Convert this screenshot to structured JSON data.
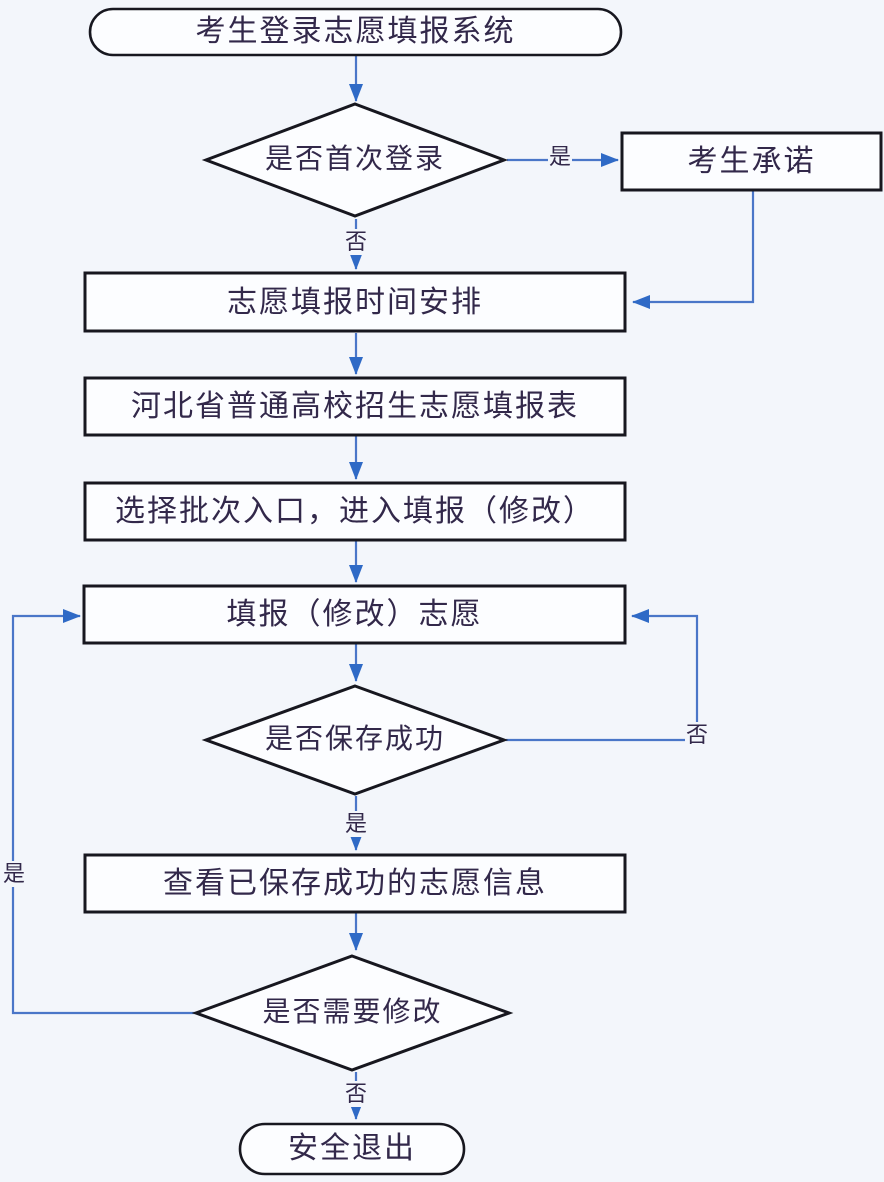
{
  "diagram": {
    "title_node": "考生登录志愿填报系统",
    "type": "flowchart",
    "language": "zh-CN"
  },
  "colors": {
    "background": "#f3f6fb",
    "connector_line": "#4a76c8",
    "arrowhead": "#2f6ac6",
    "shape_border": "#17171f",
    "text": "#32284a",
    "node_fill": "#fcfdff"
  },
  "nodes": {
    "start": {
      "label": "考生登录志愿填报系统",
      "shape": "stadium"
    },
    "first_login": {
      "label": "是否首次登录",
      "shape": "decision"
    },
    "commitment": {
      "label": "考生承诺",
      "shape": "process"
    },
    "schedule": {
      "label": "志愿填报时间安排",
      "shape": "process"
    },
    "form": {
      "label": "河北省普通高校招生志愿填报表",
      "shape": "process"
    },
    "batch": {
      "label": "选择批次入口，进入填报（修改）",
      "shape": "process"
    },
    "fill": {
      "label": "填报（修改）志愿",
      "shape": "process"
    },
    "save_ok": {
      "label": "是否保存成功",
      "shape": "decision"
    },
    "view": {
      "label": "查看已保存成功的志愿信息",
      "shape": "process"
    },
    "need_modify": {
      "label": "是否需要修改",
      "shape": "decision"
    },
    "exit": {
      "label": "安全退出",
      "shape": "stadium"
    }
  },
  "edge_labels": {
    "first_login_yes": "是",
    "first_login_no": "否",
    "save_ok_yes": "是",
    "save_ok_no": "否",
    "need_modify_yes": "是",
    "need_modify_no": "否"
  }
}
